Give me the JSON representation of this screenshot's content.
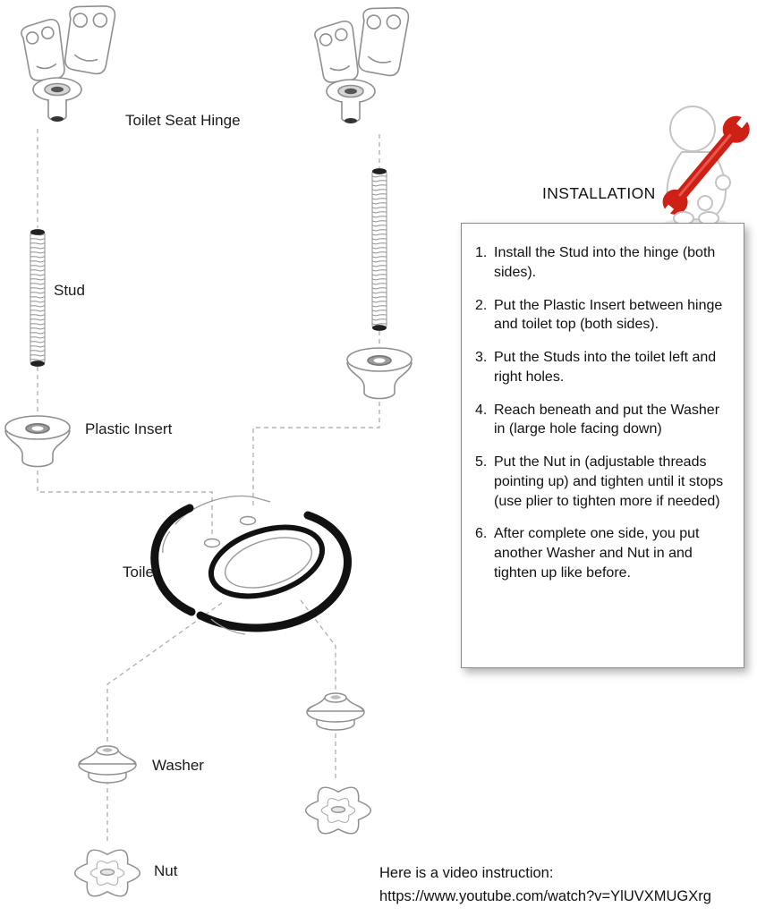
{
  "diagram": {
    "labels": {
      "hinge": "Toilet Seat Hinge",
      "stud": "Stud",
      "plastic_insert": "Plastic Insert",
      "toilet": "Toilet",
      "washer": "Washer",
      "nut": "Nut"
    }
  },
  "installation": {
    "title": "INSTALLATION",
    "steps": [
      {
        "num": "1.",
        "text": "Install  the Stud into the hinge (both sides)."
      },
      {
        "num": "2.",
        "text": "Put the Plastic Insert between hinge and toilet top (both sides)."
      },
      {
        "num": "3.",
        "text": "Put the Studs into the toilet left and right holes."
      },
      {
        "num": "4.",
        "text": "Reach beneath and put the Washer in (large hole facing down)"
      },
      {
        "num": "5.",
        "text": "Put the Nut  in (adjustable threads pointing up) and tighten until it stops (use plier to tighten more if needed)"
      },
      {
        "num": "6.",
        "text": "After complete one side, you put another Washer and Nut in and tighten up like before."
      }
    ]
  },
  "video": {
    "line1": "Here is a video instruction:",
    "url": "https://www.youtube.com/watch?v=YlUVXMUGXrg"
  },
  "colors": {
    "accent_red": "#cf2015",
    "line_gray": "#8f8f8f",
    "text_black": "#1a1a1a"
  }
}
